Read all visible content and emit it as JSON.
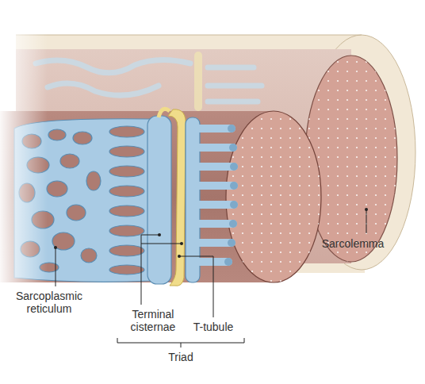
{
  "diagram": {
    "labels": [
      "Sarcolemma",
      "Sarcoplasmic reticulum",
      "Terminal cisternae",
      "T-tubule",
      "Triad"
    ]
  }
}
